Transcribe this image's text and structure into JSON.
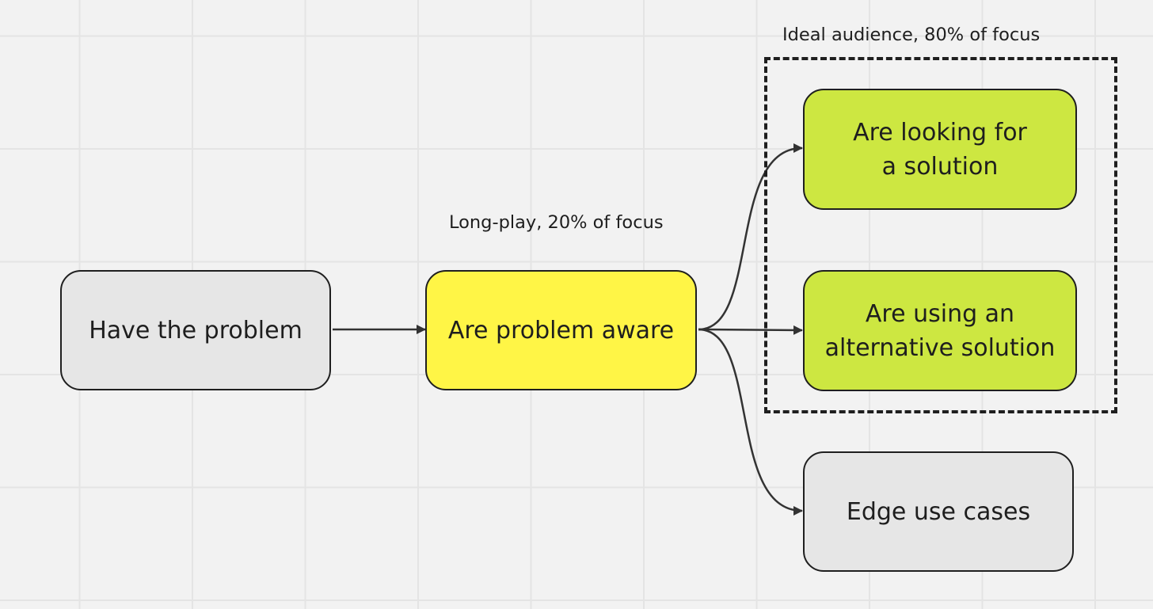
{
  "diagram": {
    "nodes": {
      "have_problem": "Have the problem",
      "problem_aware": "Are problem aware",
      "looking_for_solution": "Are looking for a solution",
      "alternative_solution": "Are using an alternative solution",
      "edge_cases": "Edge use cases"
    },
    "annotations": {
      "long_play": "Long-play, 20% of focus",
      "ideal_audience": "Ideal audience, 80% of focus"
    },
    "edges": [
      {
        "from": "have_problem",
        "to": "problem_aware"
      },
      {
        "from": "problem_aware",
        "to": "looking_for_solution"
      },
      {
        "from": "problem_aware",
        "to": "alternative_solution"
      },
      {
        "from": "problem_aware",
        "to": "edge_cases"
      }
    ],
    "group": {
      "members": [
        "looking_for_solution",
        "alternative_solution"
      ],
      "label": "Ideal audience, 80% of focus"
    },
    "colors": {
      "canvas": "#f2f2f2",
      "grid": "#e4e4e4",
      "grey_node": "#e6e6e6",
      "yellow_node": "#fff546",
      "lime_node": "#cde741",
      "stroke": "#1f1f1f",
      "connector": "#333333"
    }
  }
}
